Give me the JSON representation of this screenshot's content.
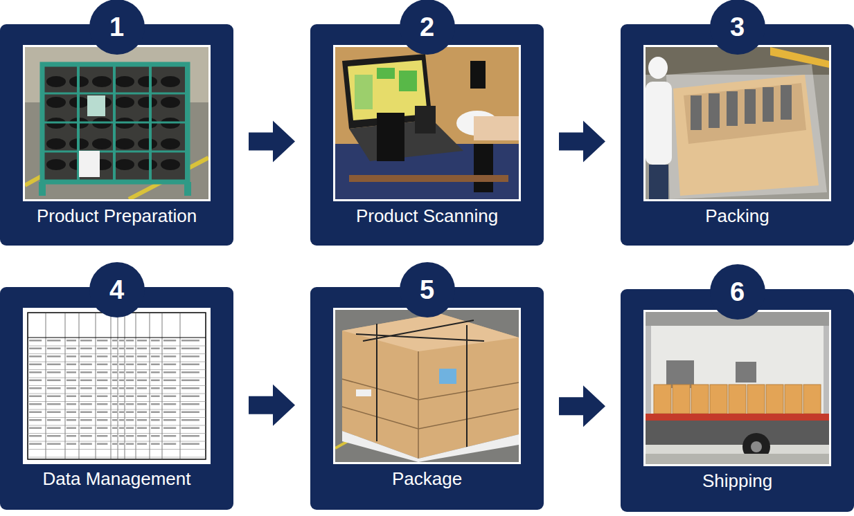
{
  "diagram": {
    "nodes": [
      {
        "text": [
          "1",
          "Product Preparation"
        ]
      },
      {
        "text": [
          "2",
          "Product Scanning"
        ]
      },
      {
        "text": [
          "3",
          "Packing"
        ]
      },
      {
        "text": [
          "4",
          "Data Management"
        ]
      },
      {
        "text": [
          "5",
          "Package"
        ]
      },
      {
        "text": [
          "6",
          "Shipping"
        ]
      }
    ],
    "edges": [
      {
        "from": 0,
        "to": 1,
        "arrow": "to"
      },
      {
        "from": 1,
        "to": 2,
        "arrow": "to"
      },
      {
        "from": 3,
        "to": 4,
        "arrow": "to"
      },
      {
        "from": 4,
        "to": 5,
        "arrow": "to"
      }
    ]
  }
}
